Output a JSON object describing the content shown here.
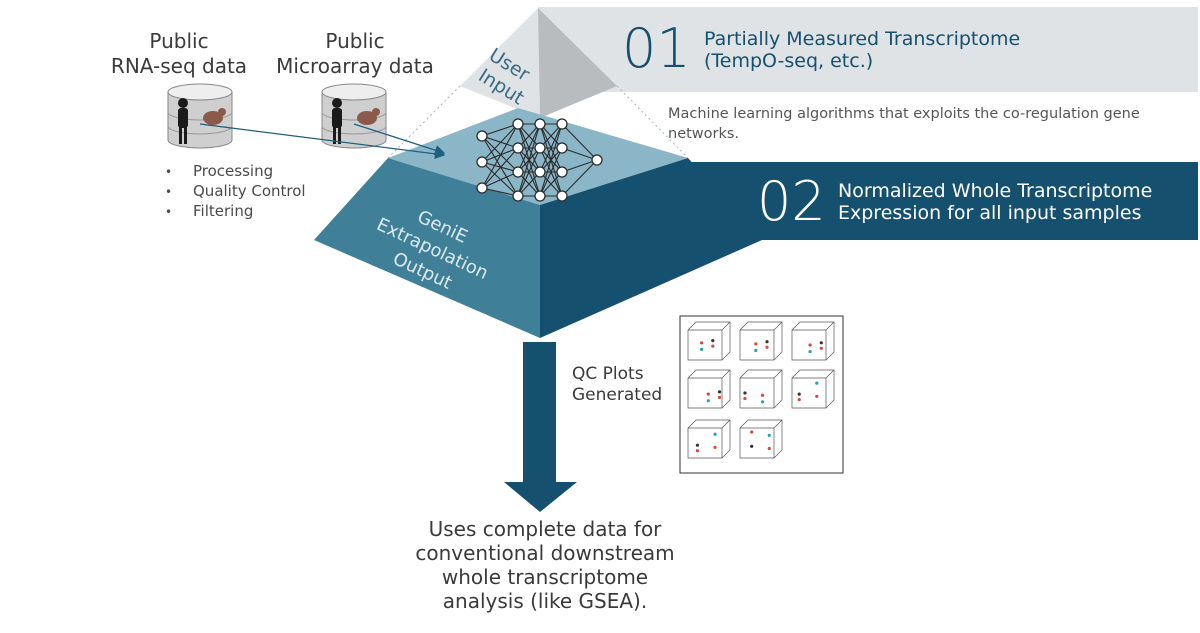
{
  "sources": [
    {
      "line1": "Public",
      "line2": "RNA-seq data",
      "icon": "database-with-human-and-rat-icon"
    },
    {
      "line1": "Public",
      "line2": "Microarray data",
      "icon": "database-with-human-and-rat-icon"
    }
  ],
  "processing_steps": [
    "Processing",
    "Quality Control",
    "Filtering"
  ],
  "pyramid": {
    "tip_label_line1": "User",
    "tip_label_line2": "Input",
    "base_label_line1": "GeniE",
    "base_label_line2": "Extrapolation",
    "base_label_line3": "Output"
  },
  "step1": {
    "number": "01",
    "line1": "Partially Measured Transcriptome",
    "line2": "(TempO-seq, etc.)"
  },
  "ml_note": "Machine learning algorithms that exploits the co-regulation gene networks.",
  "step2": {
    "number": "02",
    "line1": "Normalized Whole Transcriptome",
    "line2": "Expression for all input samples"
  },
  "qc": {
    "line1": "QC Plots",
    "line2": "Generated"
  },
  "downstream": {
    "line1": "Uses complete data for",
    "line2": "conventional downstream",
    "line3": "whole transcriptome",
    "line4": "analysis (like GSEA)."
  },
  "colors": {
    "dark_teal": "#15506e",
    "mid_teal": "#3f7f98",
    "light_teal": "#8ab6c8",
    "band_gray": "#dfe3e6",
    "tip_gray": "#b9bcbe"
  }
}
